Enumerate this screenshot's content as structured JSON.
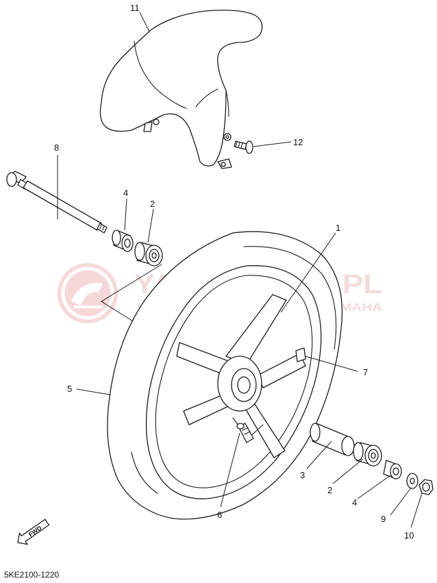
{
  "diagram_code": "5KE2100-1220",
  "fwd_label": "FWD",
  "watermark": {
    "title": "YAMA-SKLEP.PL",
    "subtitle": "WOJCIECHOWICZ | SKLEP YAMAHA",
    "color": "#e8b7b7"
  },
  "callouts": {
    "c1": "1",
    "c2a": "2",
    "c2b": "2",
    "c3": "3",
    "c4a": "4",
    "c4b": "4",
    "c5": "5",
    "c6": "6",
    "c7": "7",
    "c8": "8",
    "c9": "9",
    "c10": "10",
    "c11": "11",
    "c12": "12"
  }
}
